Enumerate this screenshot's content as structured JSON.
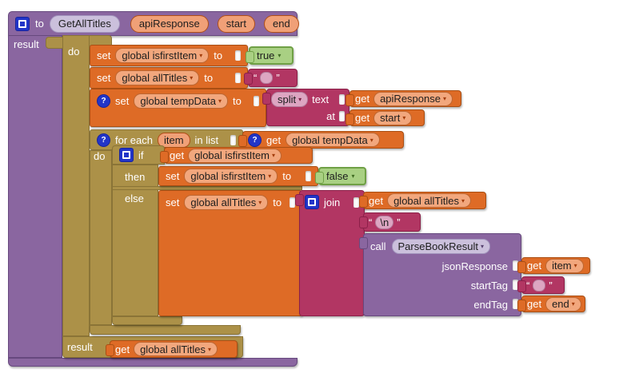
{
  "icons": {
    "dropdown_arrow": "▾",
    "help": "?",
    "quote_open": "“",
    "quote_close": "”"
  },
  "colors": {
    "procedure_purple": "#8a66a0",
    "control_olive": "#ac9148",
    "variable_orange": "#de6b26",
    "text_magenta": "#b23663",
    "logic_green_fill": "#a9d083",
    "logic_green_border": "#6fa045",
    "mutator_blue": "#2235c8"
  },
  "procedure": {
    "to": "to",
    "name": "GetAllTitles",
    "params": {
      "p1": "apiResponse",
      "p2": "start",
      "p3": "end"
    },
    "result_label": "result"
  },
  "do_result_block": {
    "do": "do",
    "result": "result"
  },
  "stmt1": {
    "set": "set",
    "var": "global isfirstItem",
    "to": "to",
    "value": "true"
  },
  "stmt2": {
    "set": "set",
    "var": "global allTitles",
    "to": "to"
  },
  "stmt3": {
    "set": "set",
    "var": "global tempData",
    "to": "to",
    "split": {
      "op": "split",
      "text": "text",
      "at": "at"
    },
    "get_apiresponse": {
      "get": "get",
      "var": "apiResponse"
    },
    "get_start": {
      "get": "get",
      "var": "start"
    }
  },
  "foreach": {
    "for_each": "for each",
    "item": "item",
    "in_list": "in list",
    "do": "do",
    "get_list": {
      "get": "get",
      "var": "global tempData"
    }
  },
  "if_block": {
    "if": "if",
    "then": "then",
    "else": "else",
    "condition": {
      "get": "get",
      "var": "global isfirstItem"
    },
    "then_stmt": {
      "set": "set",
      "var": "global isfirstItem",
      "to": "to",
      "value": "false"
    },
    "else_stmt": {
      "set": "set",
      "var": "global allTitles",
      "to": "to"
    }
  },
  "join_block": {
    "label": "join",
    "arg1": {
      "get": "get",
      "var": "global allTitles"
    },
    "arg2": {
      "text": "\\n"
    },
    "call": {
      "call": "call",
      "name": "ParseBookResult",
      "arg_jsonresponse": "jsonResponse",
      "arg_starttag": "startTag",
      "arg_endtag": "endTag",
      "val_jsonresponse": {
        "get": "get",
        "var": "item"
      },
      "val_endtag": {
        "get": "get",
        "var": "end"
      }
    }
  },
  "result_return": {
    "get": "get",
    "var": "global allTitles"
  }
}
